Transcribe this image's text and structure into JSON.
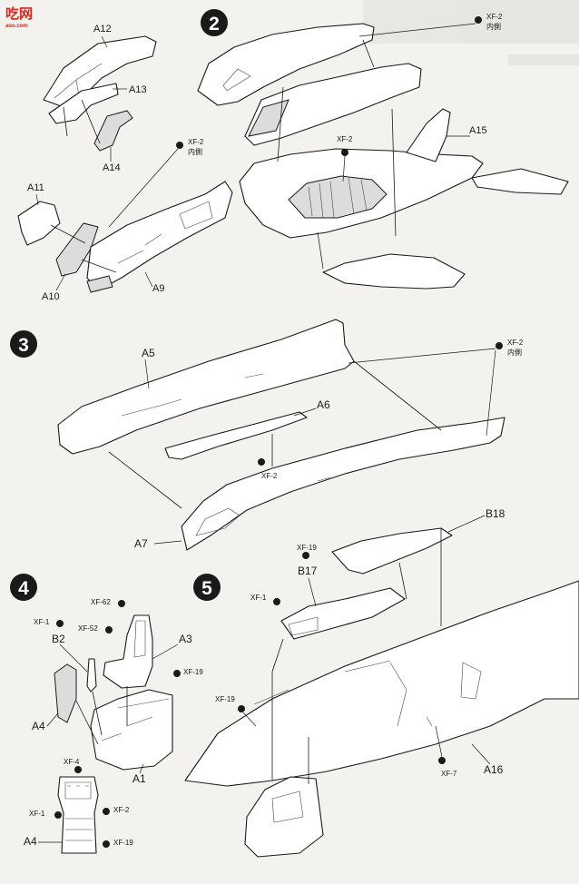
{
  "watermark": {
    "brand": "吃网",
    "sub": "aoo.com"
  },
  "steps": [
    {
      "number": "2"
    },
    {
      "number": "3"
    },
    {
      "number": "4"
    },
    {
      "number": "5"
    }
  ],
  "step1": {
    "parts": [
      "A12",
      "A13",
      "A14",
      "A11",
      "A10",
      "A9"
    ],
    "paint": {
      "code": "XF-2",
      "note": "内側"
    }
  },
  "step2": {
    "parts": [
      "A15"
    ],
    "paint_inner": {
      "code": "XF-2",
      "note": "内側"
    },
    "paint_engine": {
      "code": "XF-2"
    }
  },
  "step3": {
    "parts": [
      "A5",
      "A6",
      "A7"
    ],
    "paint_inner": {
      "code": "XF-2",
      "note": "内側"
    },
    "paint_floor": {
      "code": "XF-2"
    }
  },
  "step4": {
    "parts": [
      "B2",
      "A3",
      "A4",
      "A1",
      "A4"
    ],
    "paints": [
      "XF-1",
      "XF-62",
      "XF-52",
      "XF-19",
      "XF-4",
      "XF-1",
      "XF-2",
      "XF-19"
    ]
  },
  "step5": {
    "parts": [
      "B18",
      "B17",
      "A16"
    ],
    "paints": [
      "XF-19",
      "XF-1",
      "XF-19",
      "XF-7"
    ]
  }
}
